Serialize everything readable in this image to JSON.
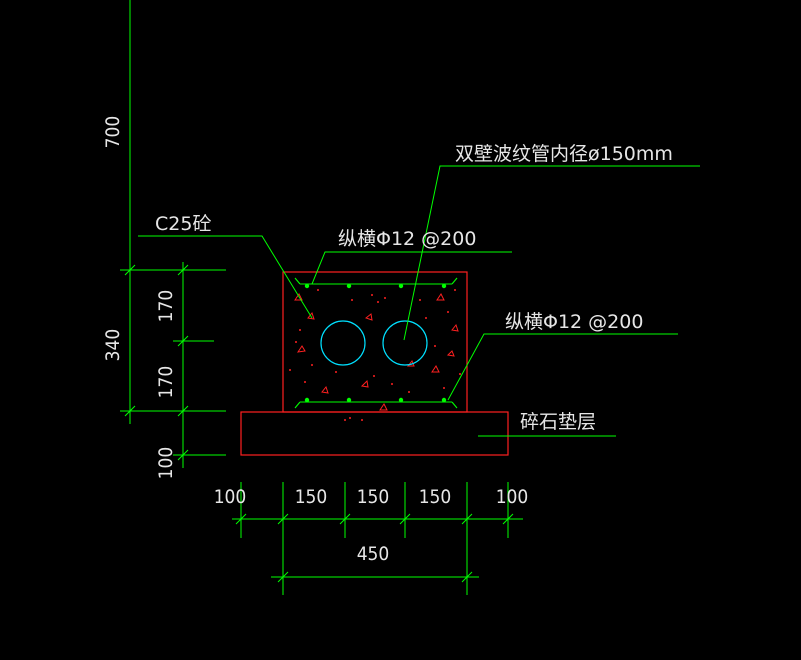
{
  "colors": {
    "background": "#000000",
    "dimension": "#00ff00",
    "leader": "#00ff00",
    "text": "#e6e6e6",
    "annotation": "#00ff00",
    "section_outline": "#ff2020",
    "cushion_outline": "#ff2020",
    "pipe": "#00e0ff",
    "rebar": "#00ff00",
    "aggregate": "#ff2020"
  },
  "labels": {
    "pipe": "双壁波纹管内径ø150mm",
    "concrete": "C25砼",
    "rebar_top": "纵横Φ12 @200",
    "rebar_side": "纵横Φ12 @200",
    "cushion": "碎石垫层"
  },
  "dimensions": {
    "left_top": "700",
    "left_total": "340",
    "left_upper": "170",
    "left_lower": "170",
    "left_cushion": "100",
    "bottom_1": "100",
    "bottom_2": "150",
    "bottom_3": "150",
    "bottom_4": "150",
    "bottom_5": "100",
    "bottom_total": "450"
  }
}
